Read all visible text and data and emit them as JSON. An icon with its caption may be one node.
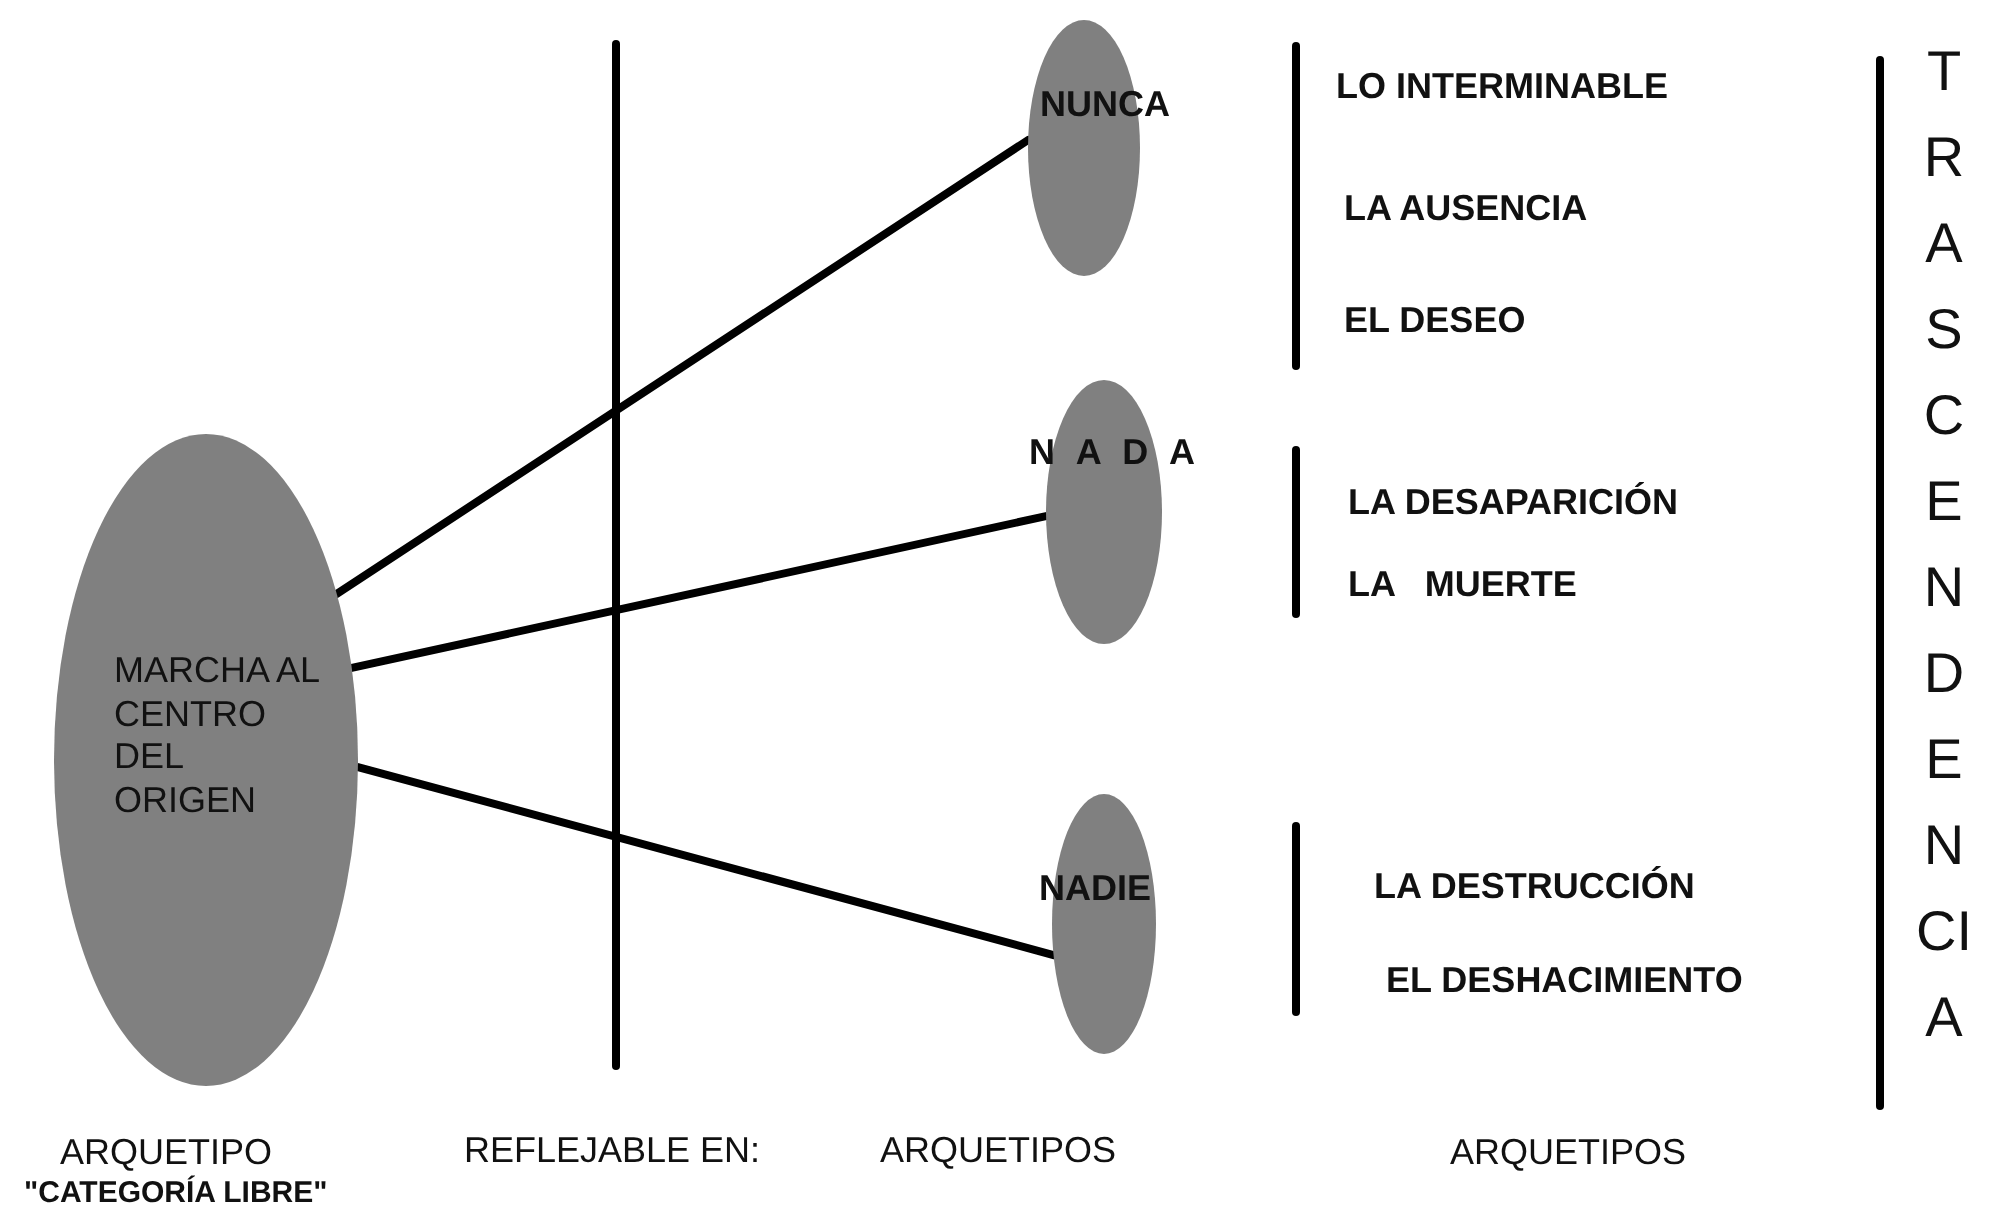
{
  "diagram": {
    "nodes": [
      {
        "text": [
          "MARCHA AL CENTRO DEL ORIGEN"
        ]
      },
      {
        "text": [
          "NUNCA"
        ]
      },
      {
        "text": [
          "N A D A"
        ]
      },
      {
        "text": [
          "NADIE"
        ]
      }
    ],
    "edges": [
      {
        "from": 0,
        "to": 1,
        "arrow": "none"
      },
      {
        "from": 0,
        "to": 2,
        "arrow": "none"
      },
      {
        "from": 0,
        "to": 3,
        "arrow": "none"
      }
    ],
    "labels": [
      "LO INTERMINABLE",
      "LA AUSENCIA",
      "EL DESEO",
      "LA DESAPARICIÓN",
      "LA   MUERTE",
      "LA DESTRUCCIÓN",
      "EL DESHACIMIENTO",
      "TRASCENDENCIA",
      "ARQUETIPO",
      "REFLEJABLE EN:",
      "ARQUETIPOS",
      "ARQUETIPOS",
      "\"CATEGORÍA LIBRE\""
    ]
  }
}
